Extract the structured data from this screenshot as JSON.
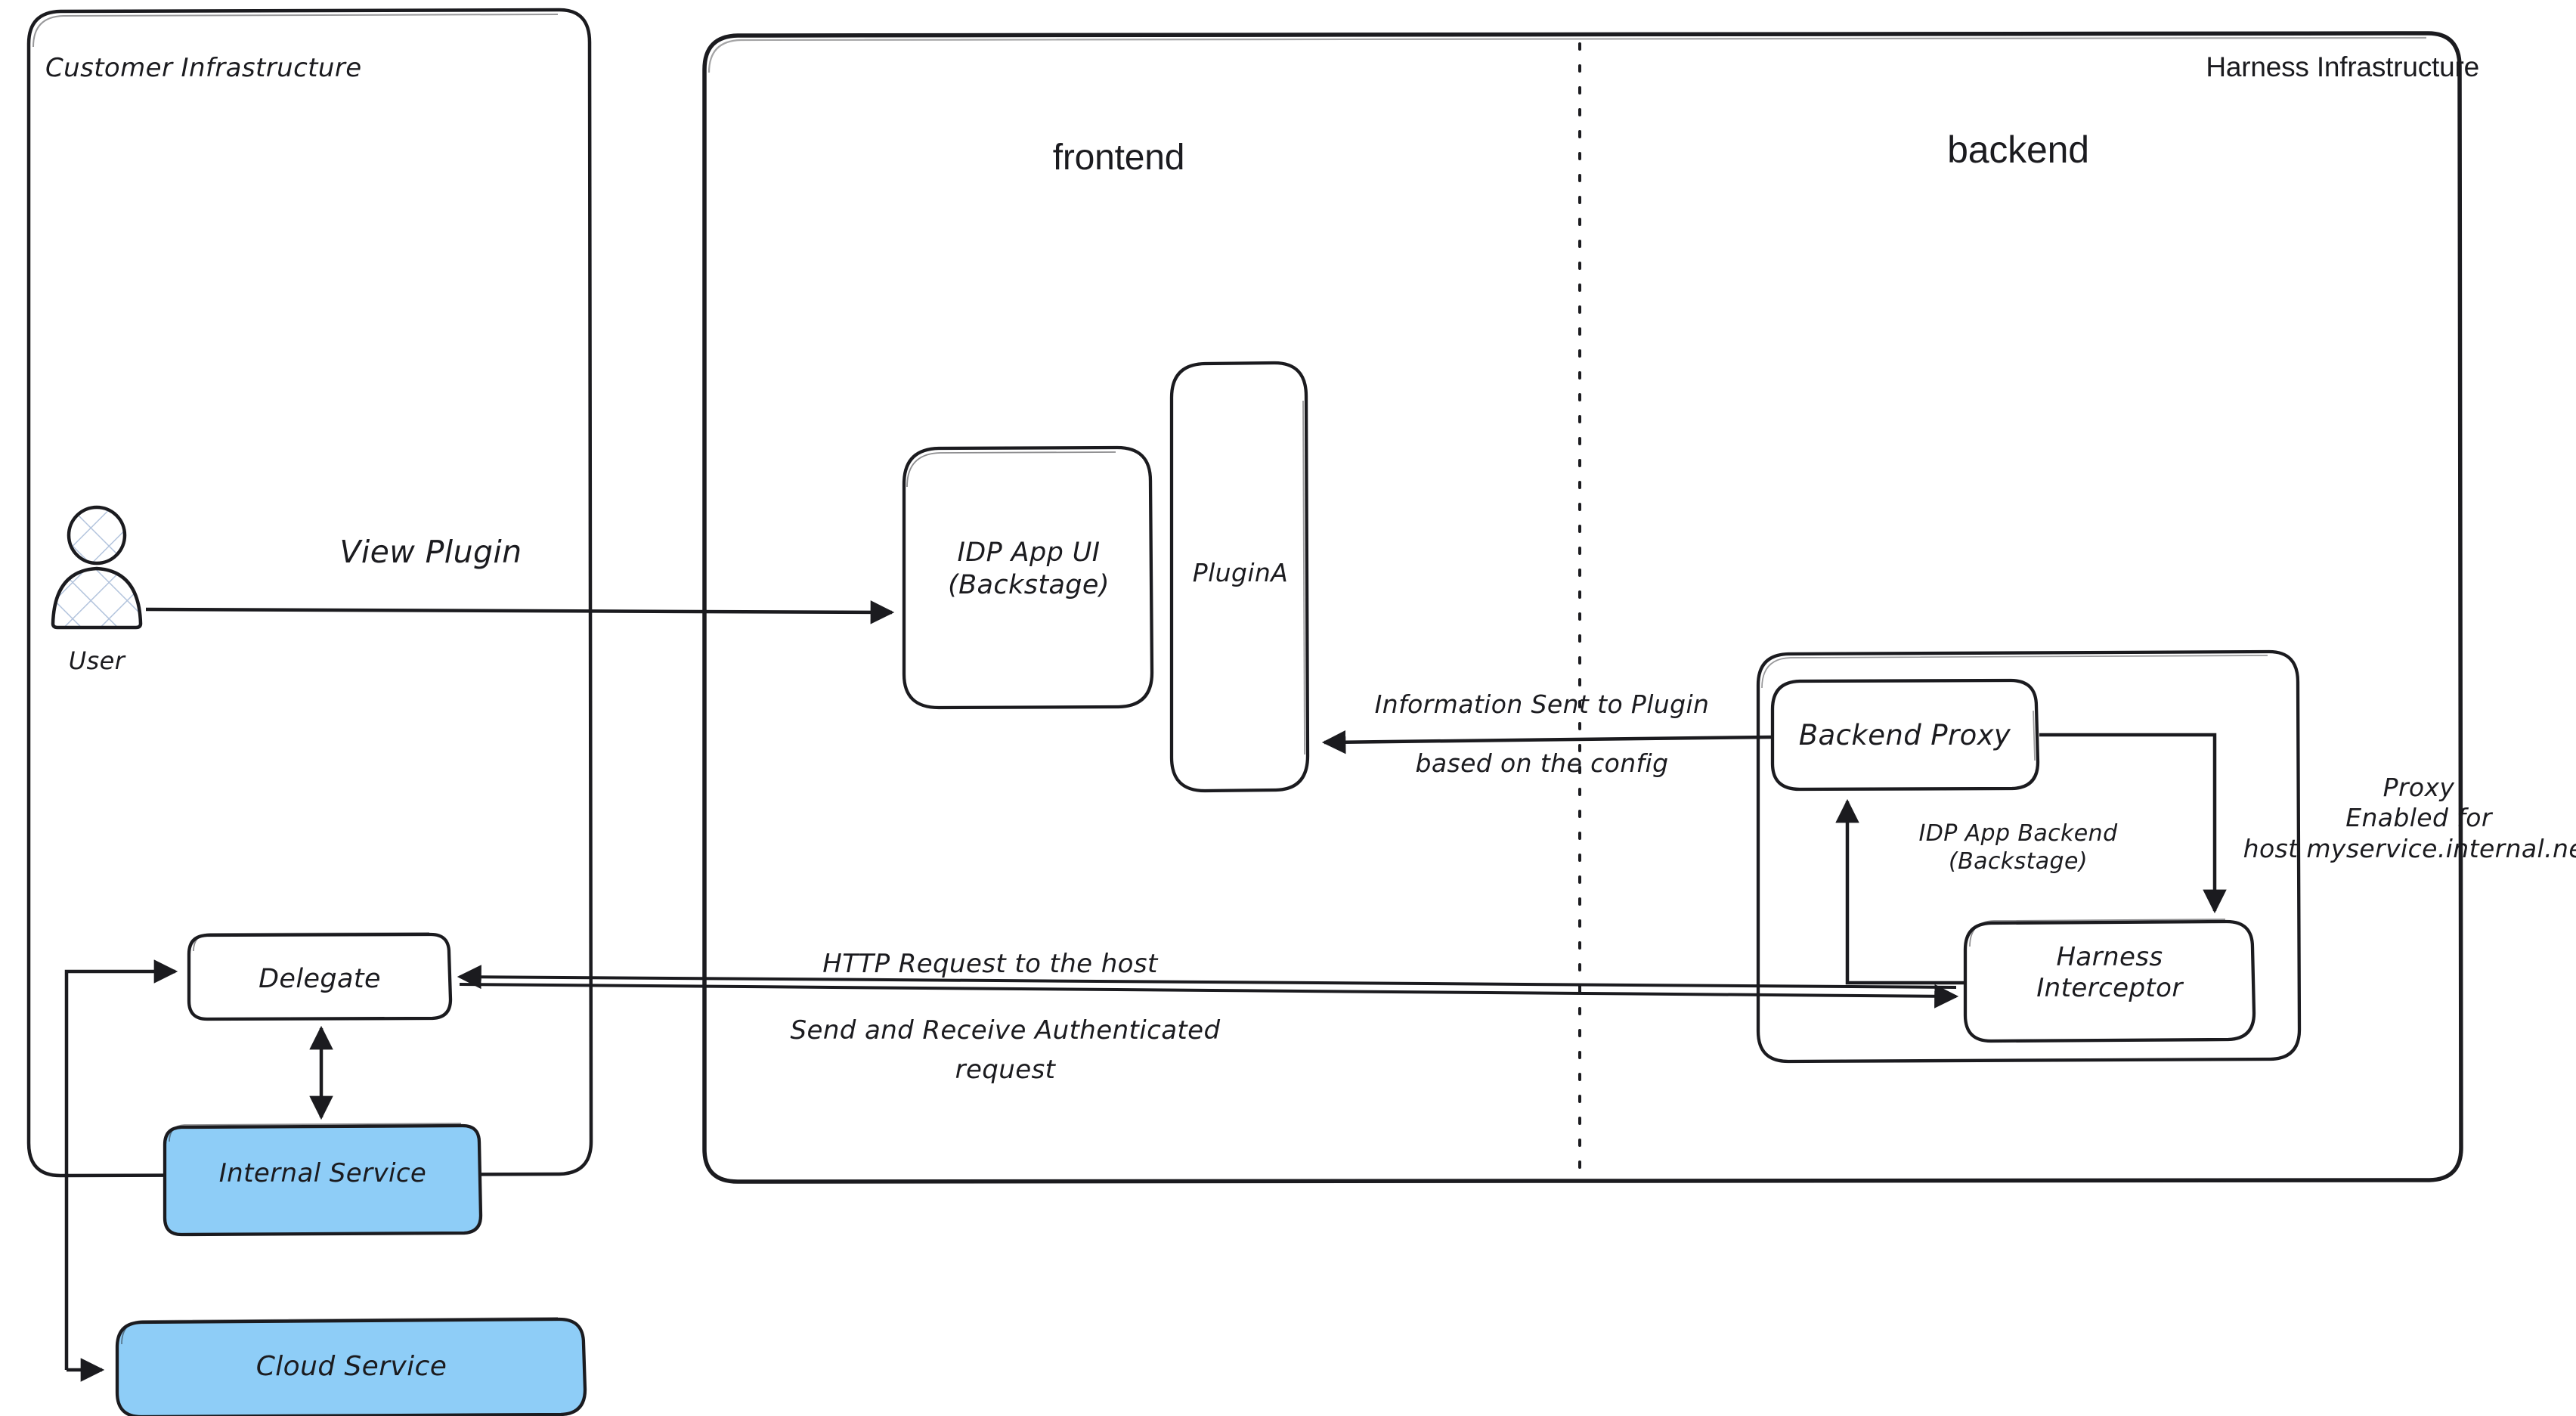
{
  "diagram": {
    "title_left": "Customer Infrastructure",
    "title_right": "Harness Infrastructure",
    "zone_frontend": "frontend",
    "zone_backend": "backend",
    "colors": {
      "stroke": "#1b1b1f",
      "service_fill": "#8ecdf7",
      "background": "#ffffff",
      "user_hatch": "#b3c4dd"
    }
  },
  "actors": {
    "user_label": "User"
  },
  "nodes": {
    "idp_app_ui": "IDP App UI\n(Backstage)",
    "plugin_a": "PluginA",
    "backend_proxy": "Backend Proxy",
    "harness_interceptor": "Harness\nInterceptor",
    "idp_app_backend": "IDP App Backend\n(Backstage)",
    "delegate": "Delegate",
    "internal_service": "Internal Service",
    "cloud_service": "Cloud Service"
  },
  "edges": {
    "view_plugin": "View Plugin",
    "info_sent_line1": "Information Sent to Plugin",
    "info_sent_line2": "based on the config",
    "http_request": "HTTP Request to the host",
    "send_receive_line1": "Send and Receive Authenticated",
    "send_receive_line2": "request",
    "proxy_enabled": "Proxy\nEnabled for\nhost myservice.internal.net"
  }
}
